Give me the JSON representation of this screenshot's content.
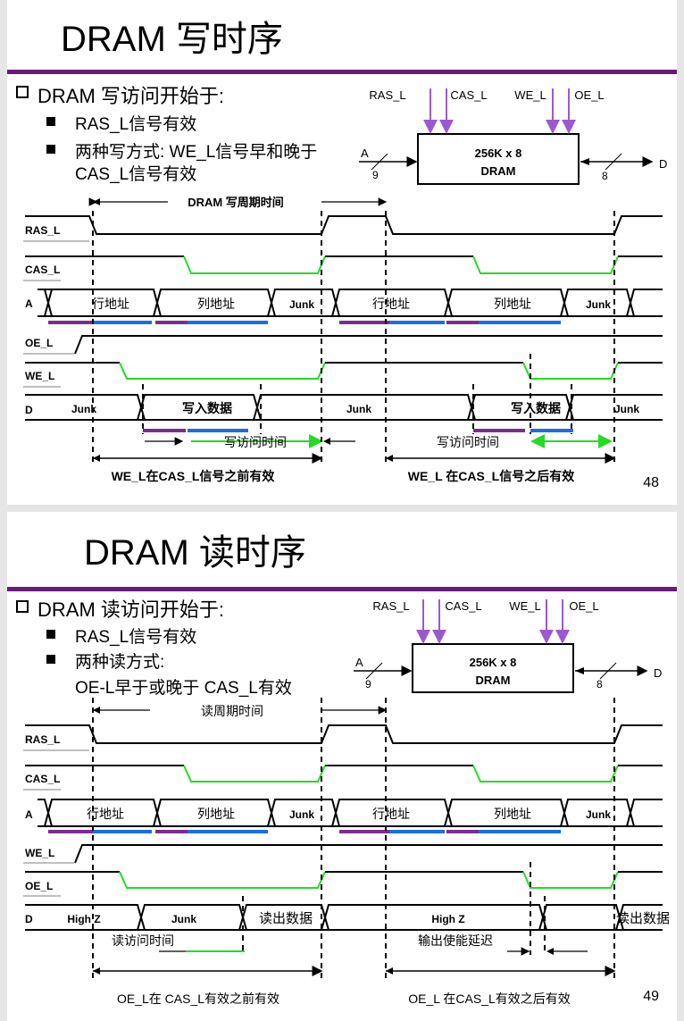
{
  "write": {
    "title": "DRAM 写时序",
    "bullet_main": "DRAM 写访问开始于:",
    "sub1": "RAS_L信号有效",
    "sub2a": "两种写方式: WE_L信号早和晚于",
    "sub2b": "CAS_L信号有效",
    "chip": {
      "name": "256K x 8",
      "type": "DRAM",
      "in_sig": "A",
      "in_width": "9",
      "out_sig": "D",
      "out_width": "8",
      "ctrl": [
        "RAS_L",
        "CAS_L",
        "WE_L",
        "OE_L"
      ]
    },
    "signals": [
      "RAS_L",
      "CAS_L",
      "A",
      "OE_L",
      "WE_L",
      "D"
    ],
    "cycle_label": "DRAM 写周期时间",
    "row_addr": "行地址",
    "col_addr": "列地址",
    "junk": "Junk",
    "data_in": "写入数据",
    "access_time": "写访问时间",
    "left_caption": "WE_L在CAS_L信号之前有效",
    "right_caption": "WE_L 在CAS_L信号之后有效",
    "page": "48"
  },
  "read": {
    "title": "DRAM 读时序",
    "bullet_main": "DRAM 读访问开始于:",
    "sub1": "RAS_L信号有效",
    "sub2a": "两种读方式:",
    "sub2b": "OE-L早于或晚于 CAS_L有效",
    "chip": {
      "name": "256K x 8",
      "type": "DRAM",
      "in_sig": "A",
      "in_width": "9",
      "out_sig": "D",
      "out_width": "8",
      "ctrl": [
        "RAS_L",
        "CAS_L",
        "WE_L",
        "OE_L"
      ]
    },
    "signals": [
      "RAS_L",
      "CAS_L",
      "A",
      "WE_L",
      "OE_L",
      "D"
    ],
    "cycle_label": "读周期时间",
    "row_addr": "行地址",
    "col_addr": "列地址",
    "junk": "Junk",
    "high_z": "High Z",
    "data_out": "读出数据",
    "access_time": "读访问时间",
    "output_delay": "输出使能延迟",
    "left_caption": "OE_L在 CAS_L有效之前有效",
    "right_caption": "OE_L 在CAS_L有效之后有效",
    "page": "49"
  },
  "colors": {
    "accent": "#6a1b7a",
    "green": "#22dd22",
    "purple": "#7b2d8e",
    "blue": "#1c6ee0",
    "arrow": "#9b59d0"
  }
}
